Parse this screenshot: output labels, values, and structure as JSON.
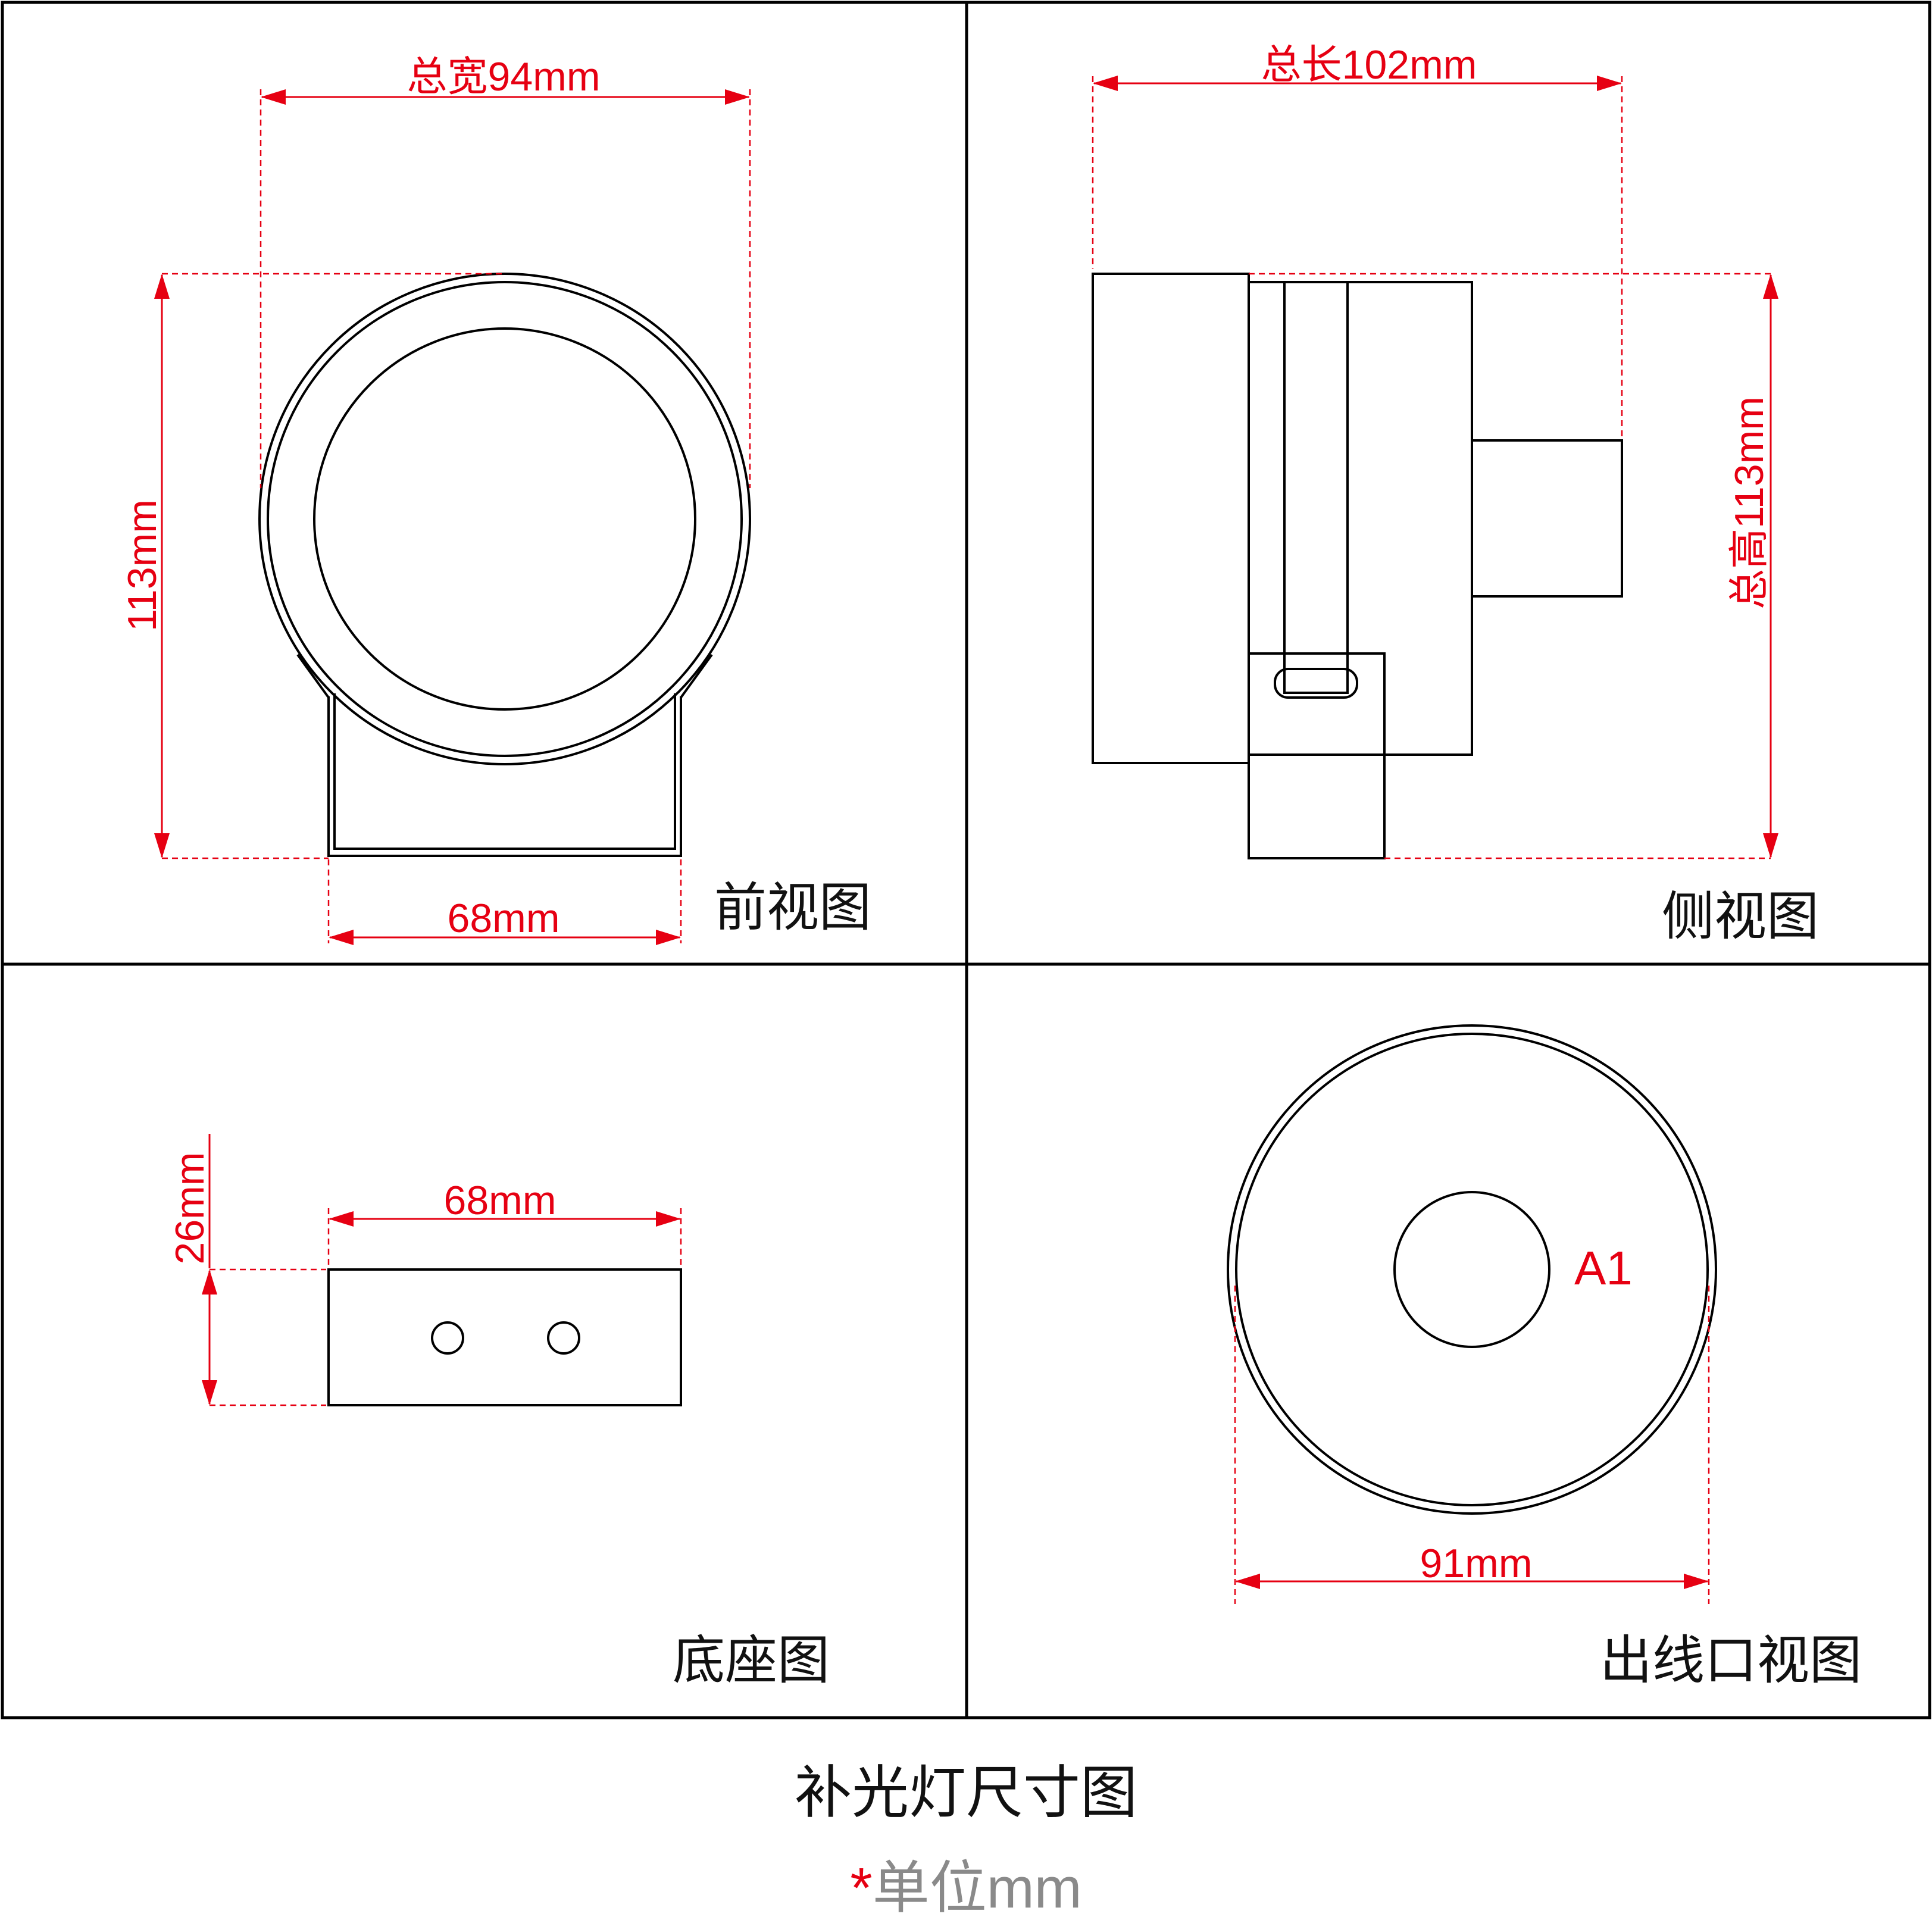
{
  "colors": {
    "dimension": "#e60012",
    "outline": "#000000",
    "unit_note": "#8a8a8a"
  },
  "views": {
    "front": {
      "label": "前视图",
      "dims": {
        "width": "总宽94mm",
        "height": "113mm",
        "base": "68mm"
      }
    },
    "side": {
      "label": "侧视图",
      "dims": {
        "length": "总长102mm",
        "height": "总高113mm"
      }
    },
    "base": {
      "label": "底座图",
      "dims": {
        "width": "68mm",
        "height": "26mm"
      }
    },
    "outlet": {
      "label": "出线口视图",
      "marker": "A1",
      "dims": {
        "diameter": "91mm"
      }
    }
  },
  "title": "补光灯尺寸图",
  "unit_note": {
    "star": "*",
    "text": "单位mm"
  }
}
